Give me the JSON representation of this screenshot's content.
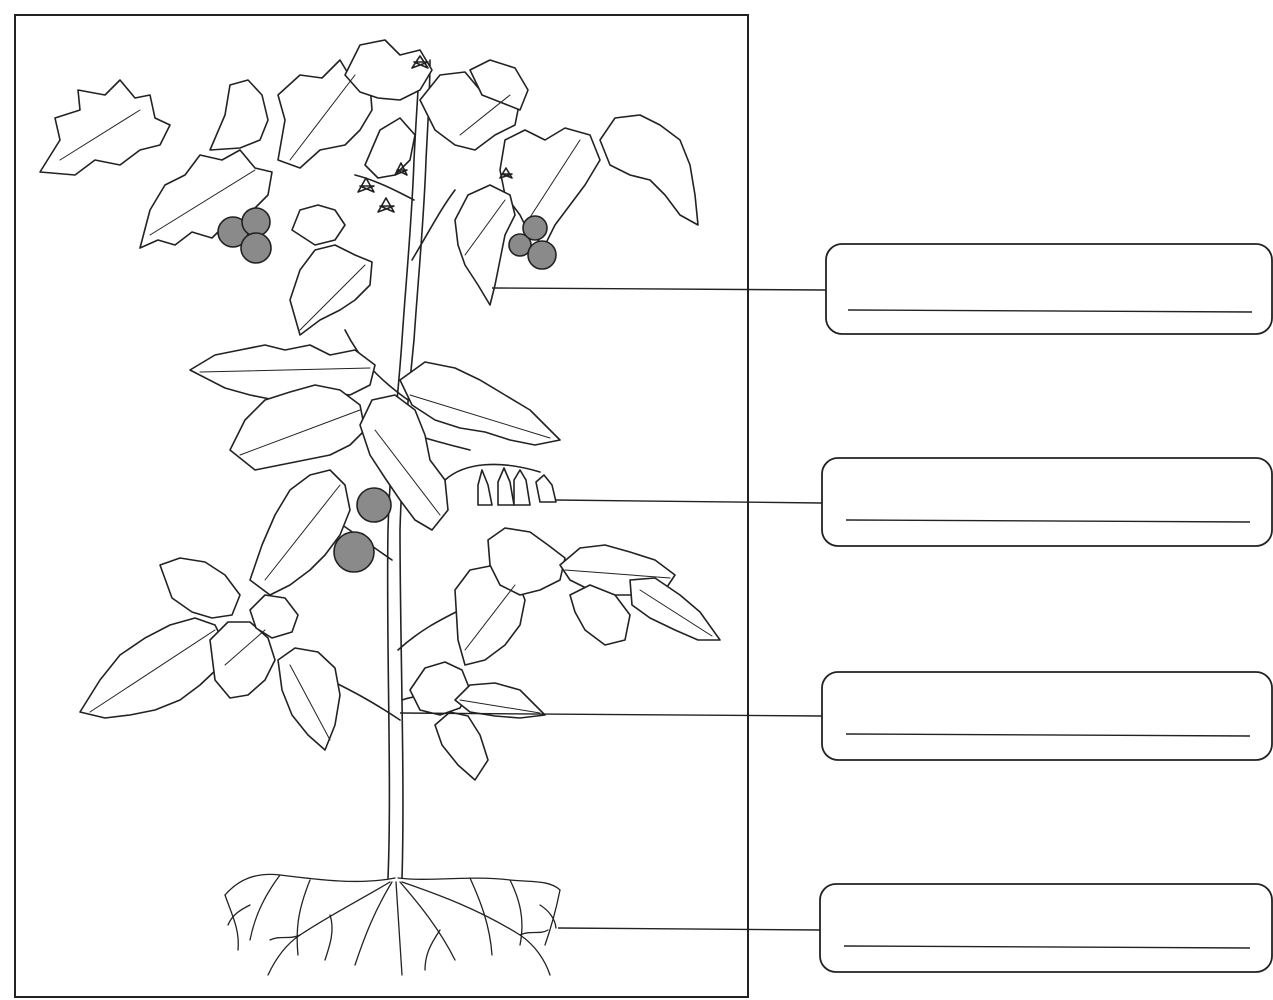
{
  "worksheet": {
    "type": "plant-parts-labeling",
    "blank_label_count": 4,
    "answer_boxes": [
      {
        "points_to": "leaf",
        "answer": ""
      },
      {
        "points_to": "flower",
        "answer": ""
      },
      {
        "points_to": "stem",
        "answer": ""
      },
      {
        "points_to": "roots",
        "answer": ""
      }
    ]
  },
  "colors": {
    "line": "#222222",
    "fruit_fill": "#8a8a8a",
    "leaf_fill": "#ffffff",
    "background": "#ffffff"
  },
  "icons": [
    "tomato-plant-illustration"
  ]
}
